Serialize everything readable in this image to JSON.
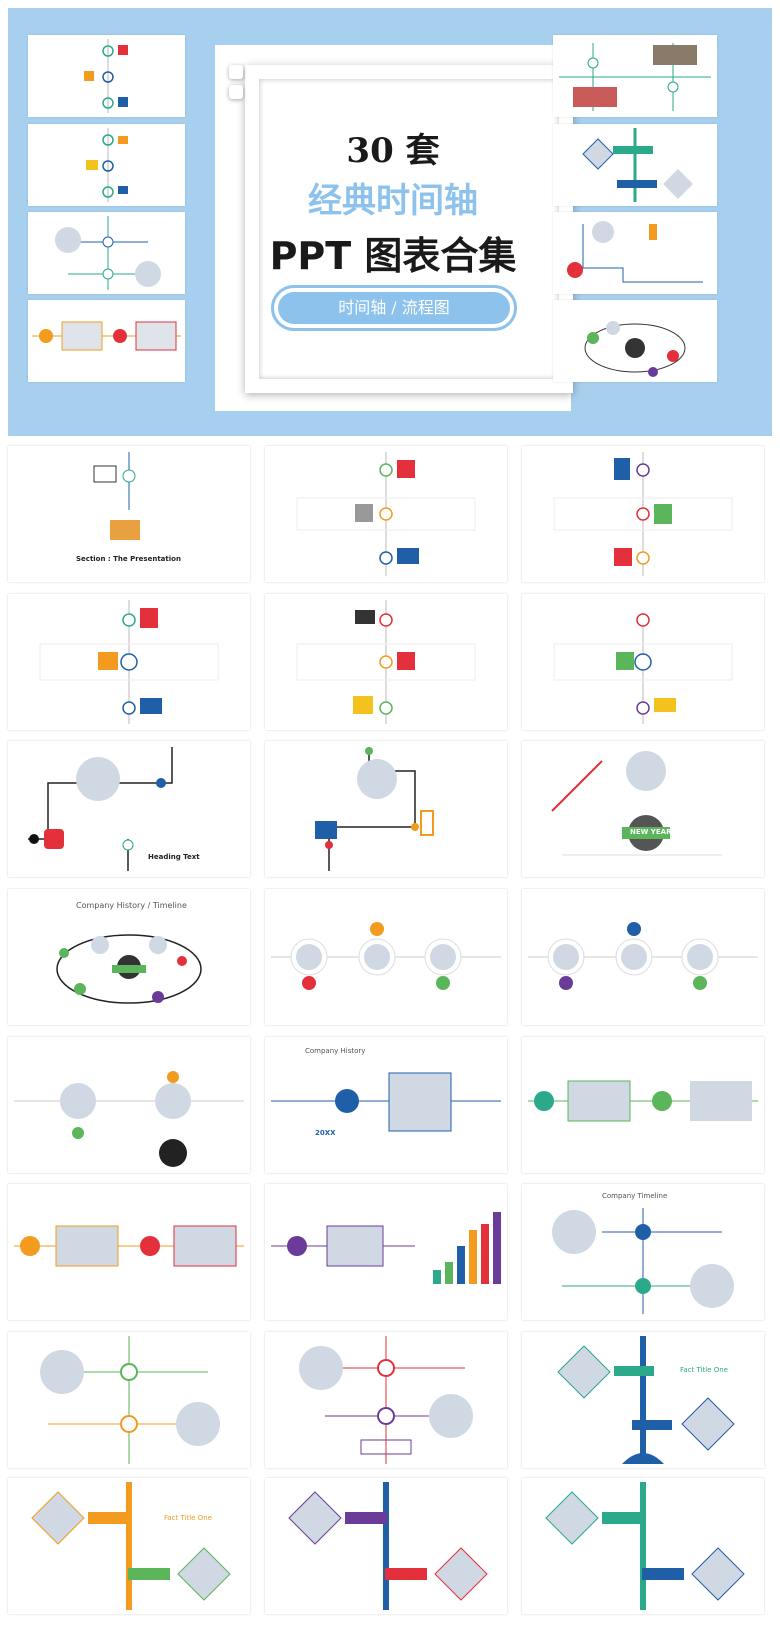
{
  "hero": {
    "title_line1": "30 套",
    "title_line2": "经典时间轴",
    "title_line3": "PPT 图表合集",
    "subtitle": "时间轴 / 流程图"
  },
  "slide_text": {
    "section_presentation": "Section : The Presentation",
    "company_history_timeline": "Company History / Timeline",
    "company_history": "Company History",
    "company_timeline": "Company Timeline",
    "fact_title_one": "Fact Title One",
    "year_20xx": "20XX",
    "new_year": "NEW YEAR",
    "heading_text": "Heading Text"
  },
  "colors": {
    "hero_bg": "#a7cfee",
    "accent_blue": "#8cc2ec",
    "green": "#5bb55b",
    "orange": "#f39b1f",
    "red": "#e3303a",
    "purple": "#6b3b9a",
    "navy": "#1f5fa8",
    "teal": "#2aa98b"
  }
}
